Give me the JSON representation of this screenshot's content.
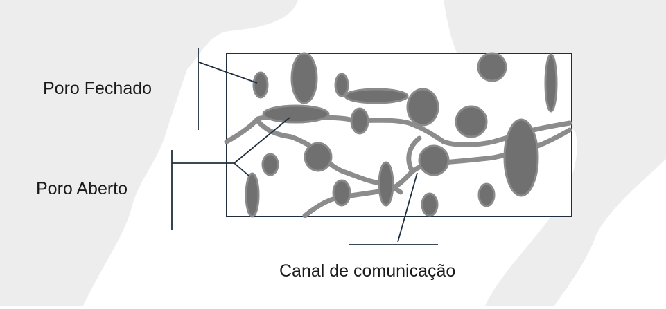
{
  "labels": {
    "closed_pore": "Poro Fechado",
    "open_pore": "Poro Aberto",
    "channel": "Canal de comunicação"
  },
  "colors": {
    "pore_fill": "#707070",
    "channel_stroke": "#8c8c8c",
    "frame_stroke": "#1f2f3f",
    "leader_stroke": "#1f2f3f",
    "background_map": "#ececec"
  }
}
